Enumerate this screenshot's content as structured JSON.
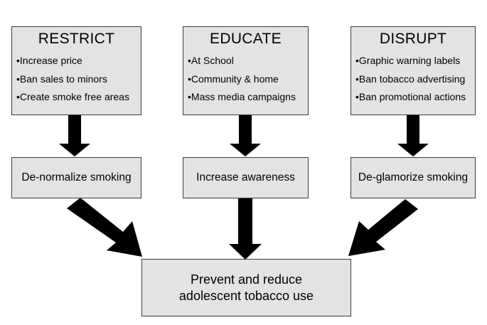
{
  "columns": [
    {
      "title": "RESTRICT",
      "items": [
        "•Increase price",
        "•Ban sales to minors",
        "•Create smoke free areas"
      ],
      "outcome": "De-normalize smoking"
    },
    {
      "title": "EDUCATE",
      "items": [
        "•At School",
        "•Community & home",
        "•Mass media campaigns"
      ],
      "outcome": "Increase awareness"
    },
    {
      "title": "DISRUPT",
      "items": [
        "•Graphic warning labels",
        "•Ban tobacco advertising",
        "•Ban promotional actions"
      ],
      "outcome": "De-glamorize smoking"
    }
  ],
  "final": {
    "line1": "Prevent and reduce",
    "line2": "adolescent tobacco use"
  },
  "colors": {
    "box_fill": "#e3e3e3",
    "box_border": "#3c3c3c",
    "arrow": "#000000"
  }
}
